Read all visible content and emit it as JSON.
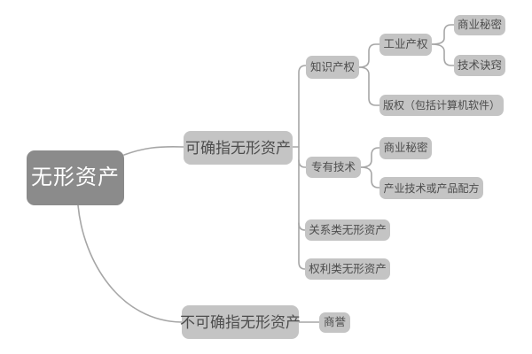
{
  "colors": {
    "root_fill": "#8b8b8b",
    "root_text": "#ffffff",
    "node_fill": "#c4c4c4",
    "node_text": "#4d4d4d",
    "line_color": "#a6a6a6",
    "background": "#ffffff"
  },
  "tree": {
    "type": "mindmap",
    "root": {
      "label": "无形资产",
      "children": [
        {
          "label": "可确指无形资产",
          "children": [
            {
              "label": "知识产权",
              "children": [
                {
                  "label": "工业产权",
                  "children": [
                    {
                      "label": "商业秘密"
                    },
                    {
                      "label": "技术诀窍"
                    }
                  ]
                },
                {
                  "label": "版权（包括计算机软件）"
                }
              ]
            },
            {
              "label": "专有技术",
              "children": [
                {
                  "label": "商业秘密"
                },
                {
                  "label": "产业技术或产品配方"
                }
              ]
            },
            {
              "label": "关系类无形资产"
            },
            {
              "label": "权利类无形资产"
            }
          ]
        },
        {
          "label": "不可确指无形资产",
          "children": [
            {
              "label": "商誉"
            }
          ]
        }
      ]
    }
  }
}
